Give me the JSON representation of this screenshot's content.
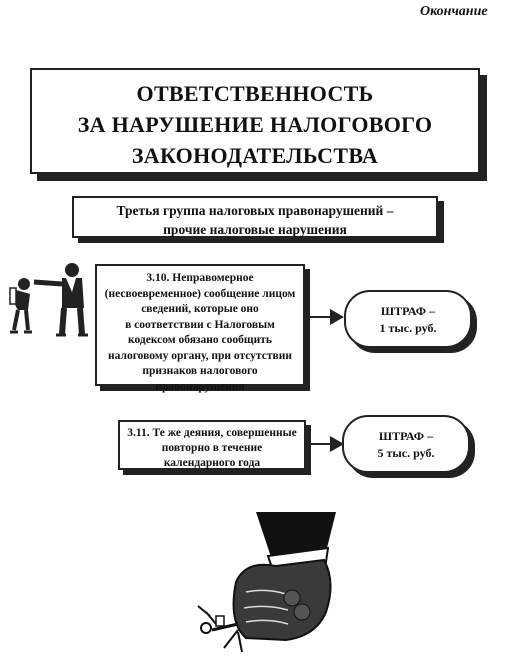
{
  "header": {
    "corner_label": "Окончание"
  },
  "title": {
    "line1": "ОТВЕТСТВЕННОСТЬ",
    "line2": "ЗА НАРУШЕНИЕ НАЛОГОВОГО",
    "line3": "ЗАКОНОДАТЕЛЬСТВА"
  },
  "group": {
    "line1": "Третья группа налоговых правонарушений –",
    "line2": "прочие налоговые нарушения"
  },
  "rules": [
    {
      "lines": [
        "3.10. Неправомерное",
        "(несвоевременное) сообщение лицом",
        "сведений, которые оно",
        "в соответствии с Налоговым",
        "кодексом обязано сообщить",
        "налоговому органу, при отсутствии",
        "признаков налогового",
        "правонарушения"
      ],
      "fine_line1": "ШТРАФ –",
      "fine_line2": "1 тыс. руб."
    },
    {
      "lines": [
        "3.11. Те же деяния, совершенные",
        "повторно в течение",
        "календарного года"
      ],
      "fine_line1": "ШТРАФ –",
      "fine_line2": "5 тыс. руб."
    }
  ],
  "illustrations": [
    "two-men-pointing-illustration",
    "fist-squeezing-person-illustration"
  ]
}
